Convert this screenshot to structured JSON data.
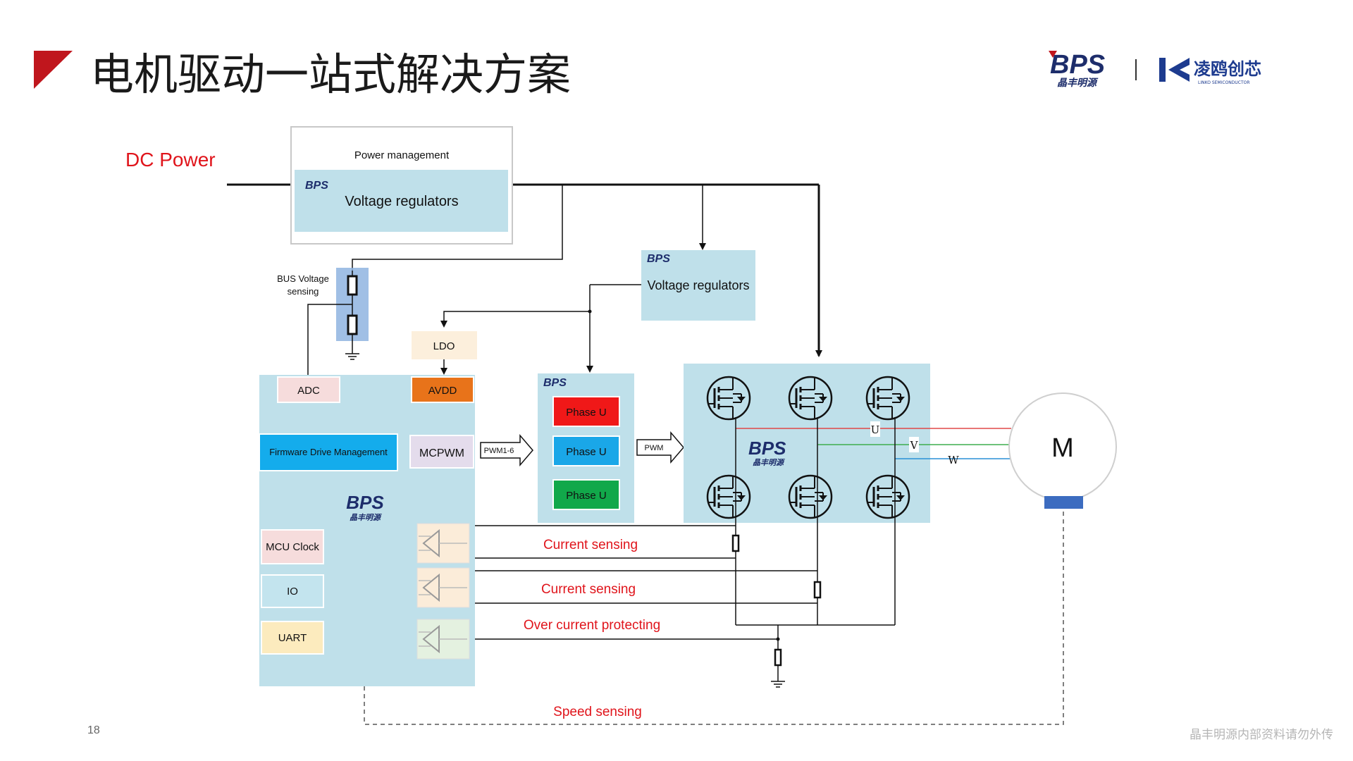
{
  "slide": {
    "title": "电机驱动一站式解决方案",
    "page_number": "18",
    "footer": "晶丰明源内部资料请勿外传",
    "logo_bps_main": "BPS",
    "logo_bps_sub": "晶丰明源",
    "logo_lk_name": "凌鸥创芯",
    "logo_lk_sub": "LINKO SEMICONDUCTOR",
    "accent_color": "#c0161d"
  },
  "diagram": {
    "dc_power": "DC Power",
    "power_management": {
      "title": "Power management",
      "regulator": "Voltage regulators",
      "brand": "BPS"
    },
    "voltage_regulator_2": {
      "label": "Voltage regulators",
      "brand": "BPS"
    },
    "bus_voltage_label": [
      "BUS Voltage",
      "sensing"
    ],
    "ldo": "LDO",
    "mcu": {
      "brand": "BPS",
      "brand_sub": "晶丰明源",
      "adc": "ADC",
      "avdd": "AVDD",
      "firmware": "Firmware  Drive Management",
      "mcpwm": "MCPWM",
      "mcu_clock": "MCU Clock",
      "io": "IO",
      "uart": "UART"
    },
    "pwm_arrow_1": "PWM1-6",
    "pwm_arrow_2": "PWM",
    "driver": {
      "brand": "BPS",
      "phases": [
        "Phase U",
        "Phase U",
        "Phase U"
      ],
      "phase_colors": [
        "#f01818",
        "#1aa7e8",
        "#11a84a"
      ]
    },
    "inverter": {
      "brand": "BPS",
      "brand_sub": "晶丰明源",
      "outputs": [
        "U",
        "V",
        "W"
      ]
    },
    "motor": "M",
    "current_sensing_1": "Current sensing",
    "current_sensing_2": "Current sensing",
    "over_current": "Over current protecting",
    "speed_sensing": "Speed sensing"
  }
}
